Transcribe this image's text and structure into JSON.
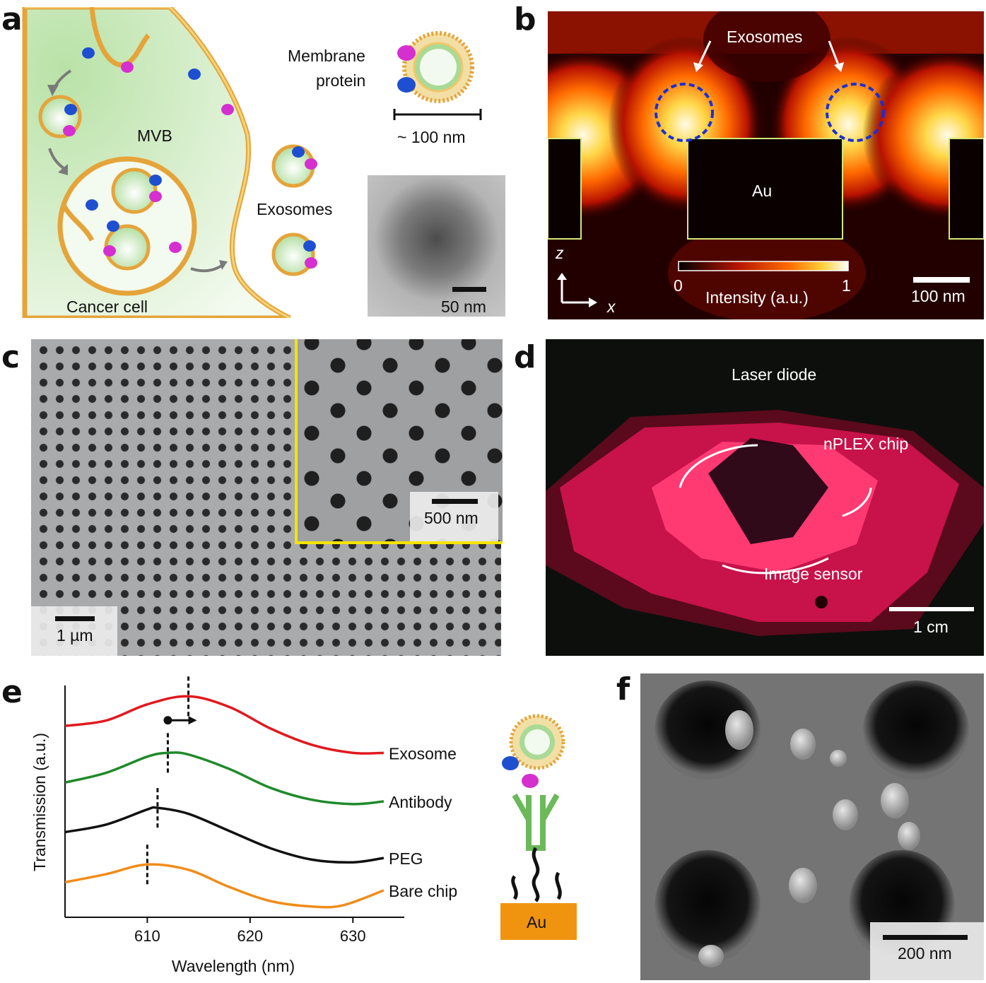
{
  "panel_labels": {
    "a": "a",
    "b": "b",
    "c": "c",
    "d": "d",
    "e": "e",
    "f": "f"
  },
  "panel_a": {
    "membrane_protein": [
      "Membrane",
      "protein"
    ],
    "vesicle_size": "~ 100 nm",
    "mvb": "MVB",
    "exosomes": "Exosomes",
    "cancer_cell": "Cancer cell",
    "tem_scale": "50 nm"
  },
  "panel_b": {
    "exosomes": "Exosomes",
    "metal": "Au",
    "axis_z": "z",
    "axis_x": "x",
    "colorbar_min": "0",
    "colorbar_max": "1",
    "colorbar_label": "Intensity (a.u.)",
    "scale": "100 nm"
  },
  "panel_c": {
    "scale_main": "1 µm",
    "scale_inset": "500 nm",
    "inset_border_color": "#f4e400"
  },
  "panel_d": {
    "laser": "Laser diode",
    "chip": "nPLEX chip",
    "sensor": "Image sensor",
    "scale": "1 cm"
  },
  "panel_e": {
    "ylabel": "Transmission (a.u.)",
    "xlabel": "Wavelength (nm)",
    "substrate": "Au"
  },
  "panel_f": {
    "scale": "200 nm"
  },
  "chart_data": {
    "type": "line",
    "xlabel": "Wavelength (nm)",
    "ylabel": "Transmission (a.u.)",
    "xlim": [
      602,
      635
    ],
    "xticks": [
      610,
      620,
      630
    ],
    "y_unit": "offset arbitrary units",
    "series": [
      {
        "name": "Exosome",
        "color": "#e0191f",
        "peak": 614,
        "x": [
          602,
          606,
          610,
          614,
          618,
          622,
          626,
          630,
          633
        ],
        "y": [
          3.35,
          3.45,
          3.75,
          3.9,
          3.7,
          3.3,
          3.0,
          2.85,
          2.85
        ]
      },
      {
        "name": "Antibody",
        "color": "#1f8a2a",
        "peak": 612,
        "x": [
          602,
          606,
          610,
          612,
          614,
          618,
          622,
          626,
          630,
          633
        ],
        "y": [
          2.3,
          2.48,
          2.78,
          2.85,
          2.82,
          2.55,
          2.2,
          1.98,
          1.9,
          1.95
        ]
      },
      {
        "name": "PEG",
        "color": "#111111",
        "peak": 611,
        "x": [
          602,
          606,
          610,
          611,
          614,
          618,
          622,
          626,
          630,
          633
        ],
        "y": [
          1.38,
          1.52,
          1.8,
          1.83,
          1.72,
          1.4,
          1.08,
          0.87,
          0.82,
          0.9
        ]
      },
      {
        "name": "Bare chip",
        "color": "#f08c1a",
        "peak": 610,
        "x": [
          602,
          606,
          610,
          614,
          618,
          622,
          626,
          629,
          633
        ],
        "y": [
          0.45,
          0.6,
          0.78,
          0.68,
          0.36,
          0.1,
          0.0,
          0.02,
          0.3
        ]
      }
    ]
  }
}
